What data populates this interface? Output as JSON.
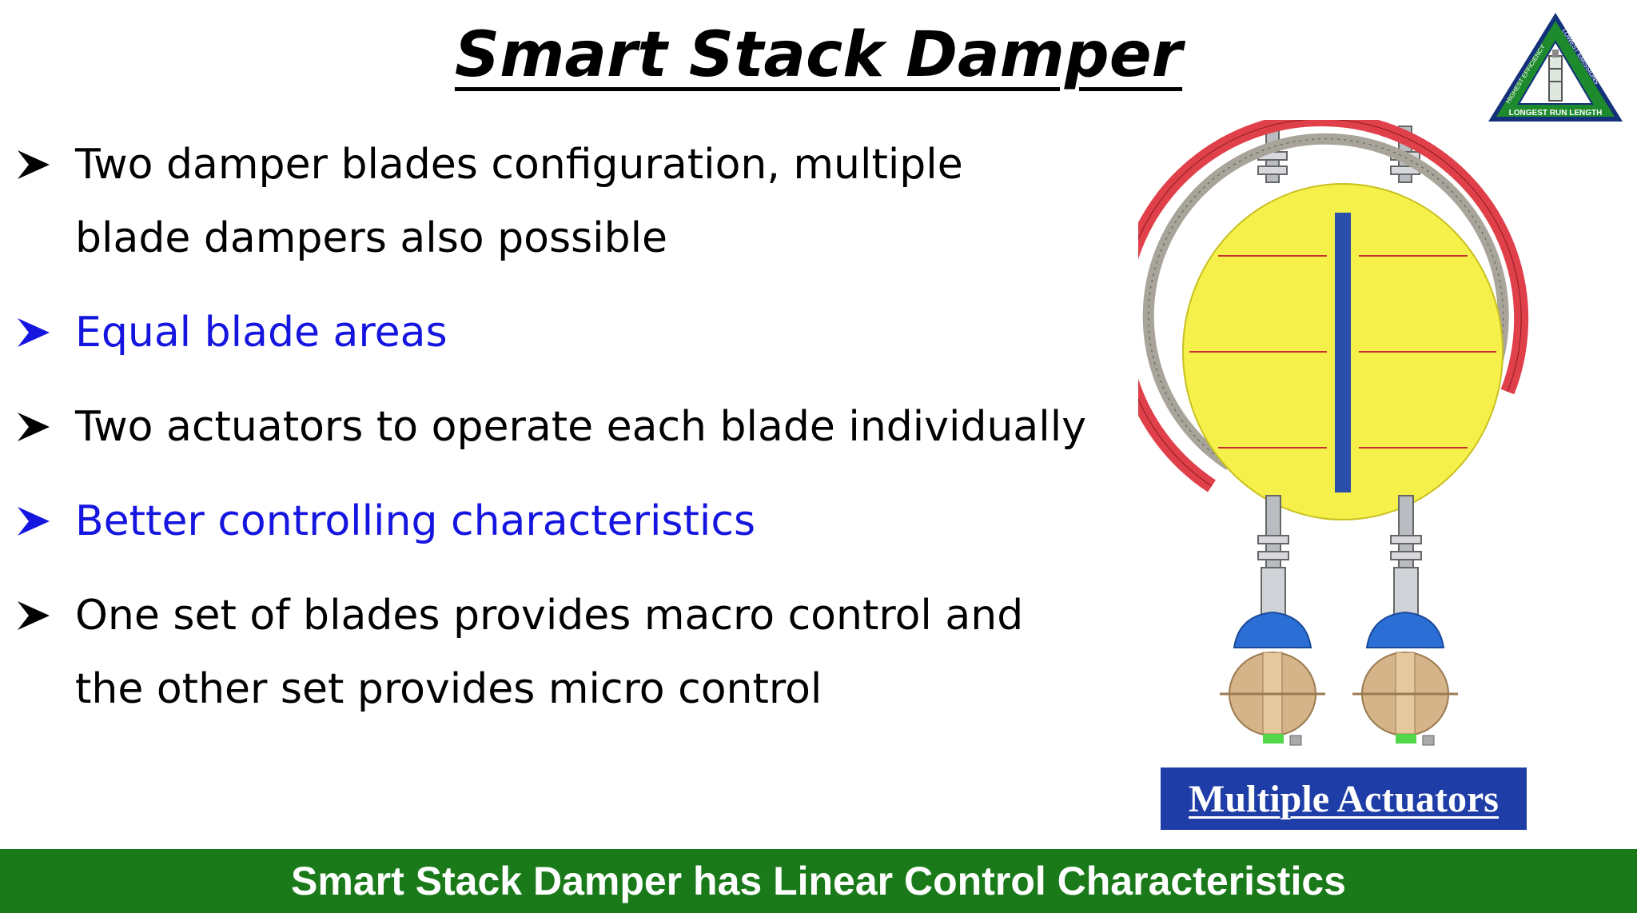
{
  "title": "Smart Stack Damper",
  "logo": {
    "icon": "triangle-tower-logo",
    "left_text": "HIGHEST EFFICIENCY",
    "right_text": "LOWEST EMISSIONS",
    "bottom_text": "LONGEST RUN LENGTH",
    "colors": {
      "fill": "#1e8a2e",
      "border": "#13307a"
    }
  },
  "bullets": [
    {
      "text": "Two damper blades configuration, multiple",
      "continuation": "blade dampers also possible",
      "color": "#000000"
    },
    {
      "text": "Equal blade areas",
      "continuation": "",
      "color": "#1515e0"
    },
    {
      "text": "Two actuators to operate each blade individually",
      "continuation": "",
      "color": "#000000"
    },
    {
      "text": "Better controlling characteristics",
      "continuation": "",
      "color": "#1515e0"
    },
    {
      "text": "One set of blades provides macro control and",
      "continuation": "the other set provides micro control",
      "color": "#000000"
    }
  ],
  "diagram": {
    "icon": "stack-damper-diagram",
    "colors": {
      "blade": "#f5f04a",
      "shaft": "#2a4fa8",
      "arc": "#e0404a",
      "actuator": "#2b6fd6",
      "gearbox": "#d6b48a"
    }
  },
  "caption": "Multiple Actuators",
  "footer": "Smart Stack Damper has Linear Control Characteristics"
}
